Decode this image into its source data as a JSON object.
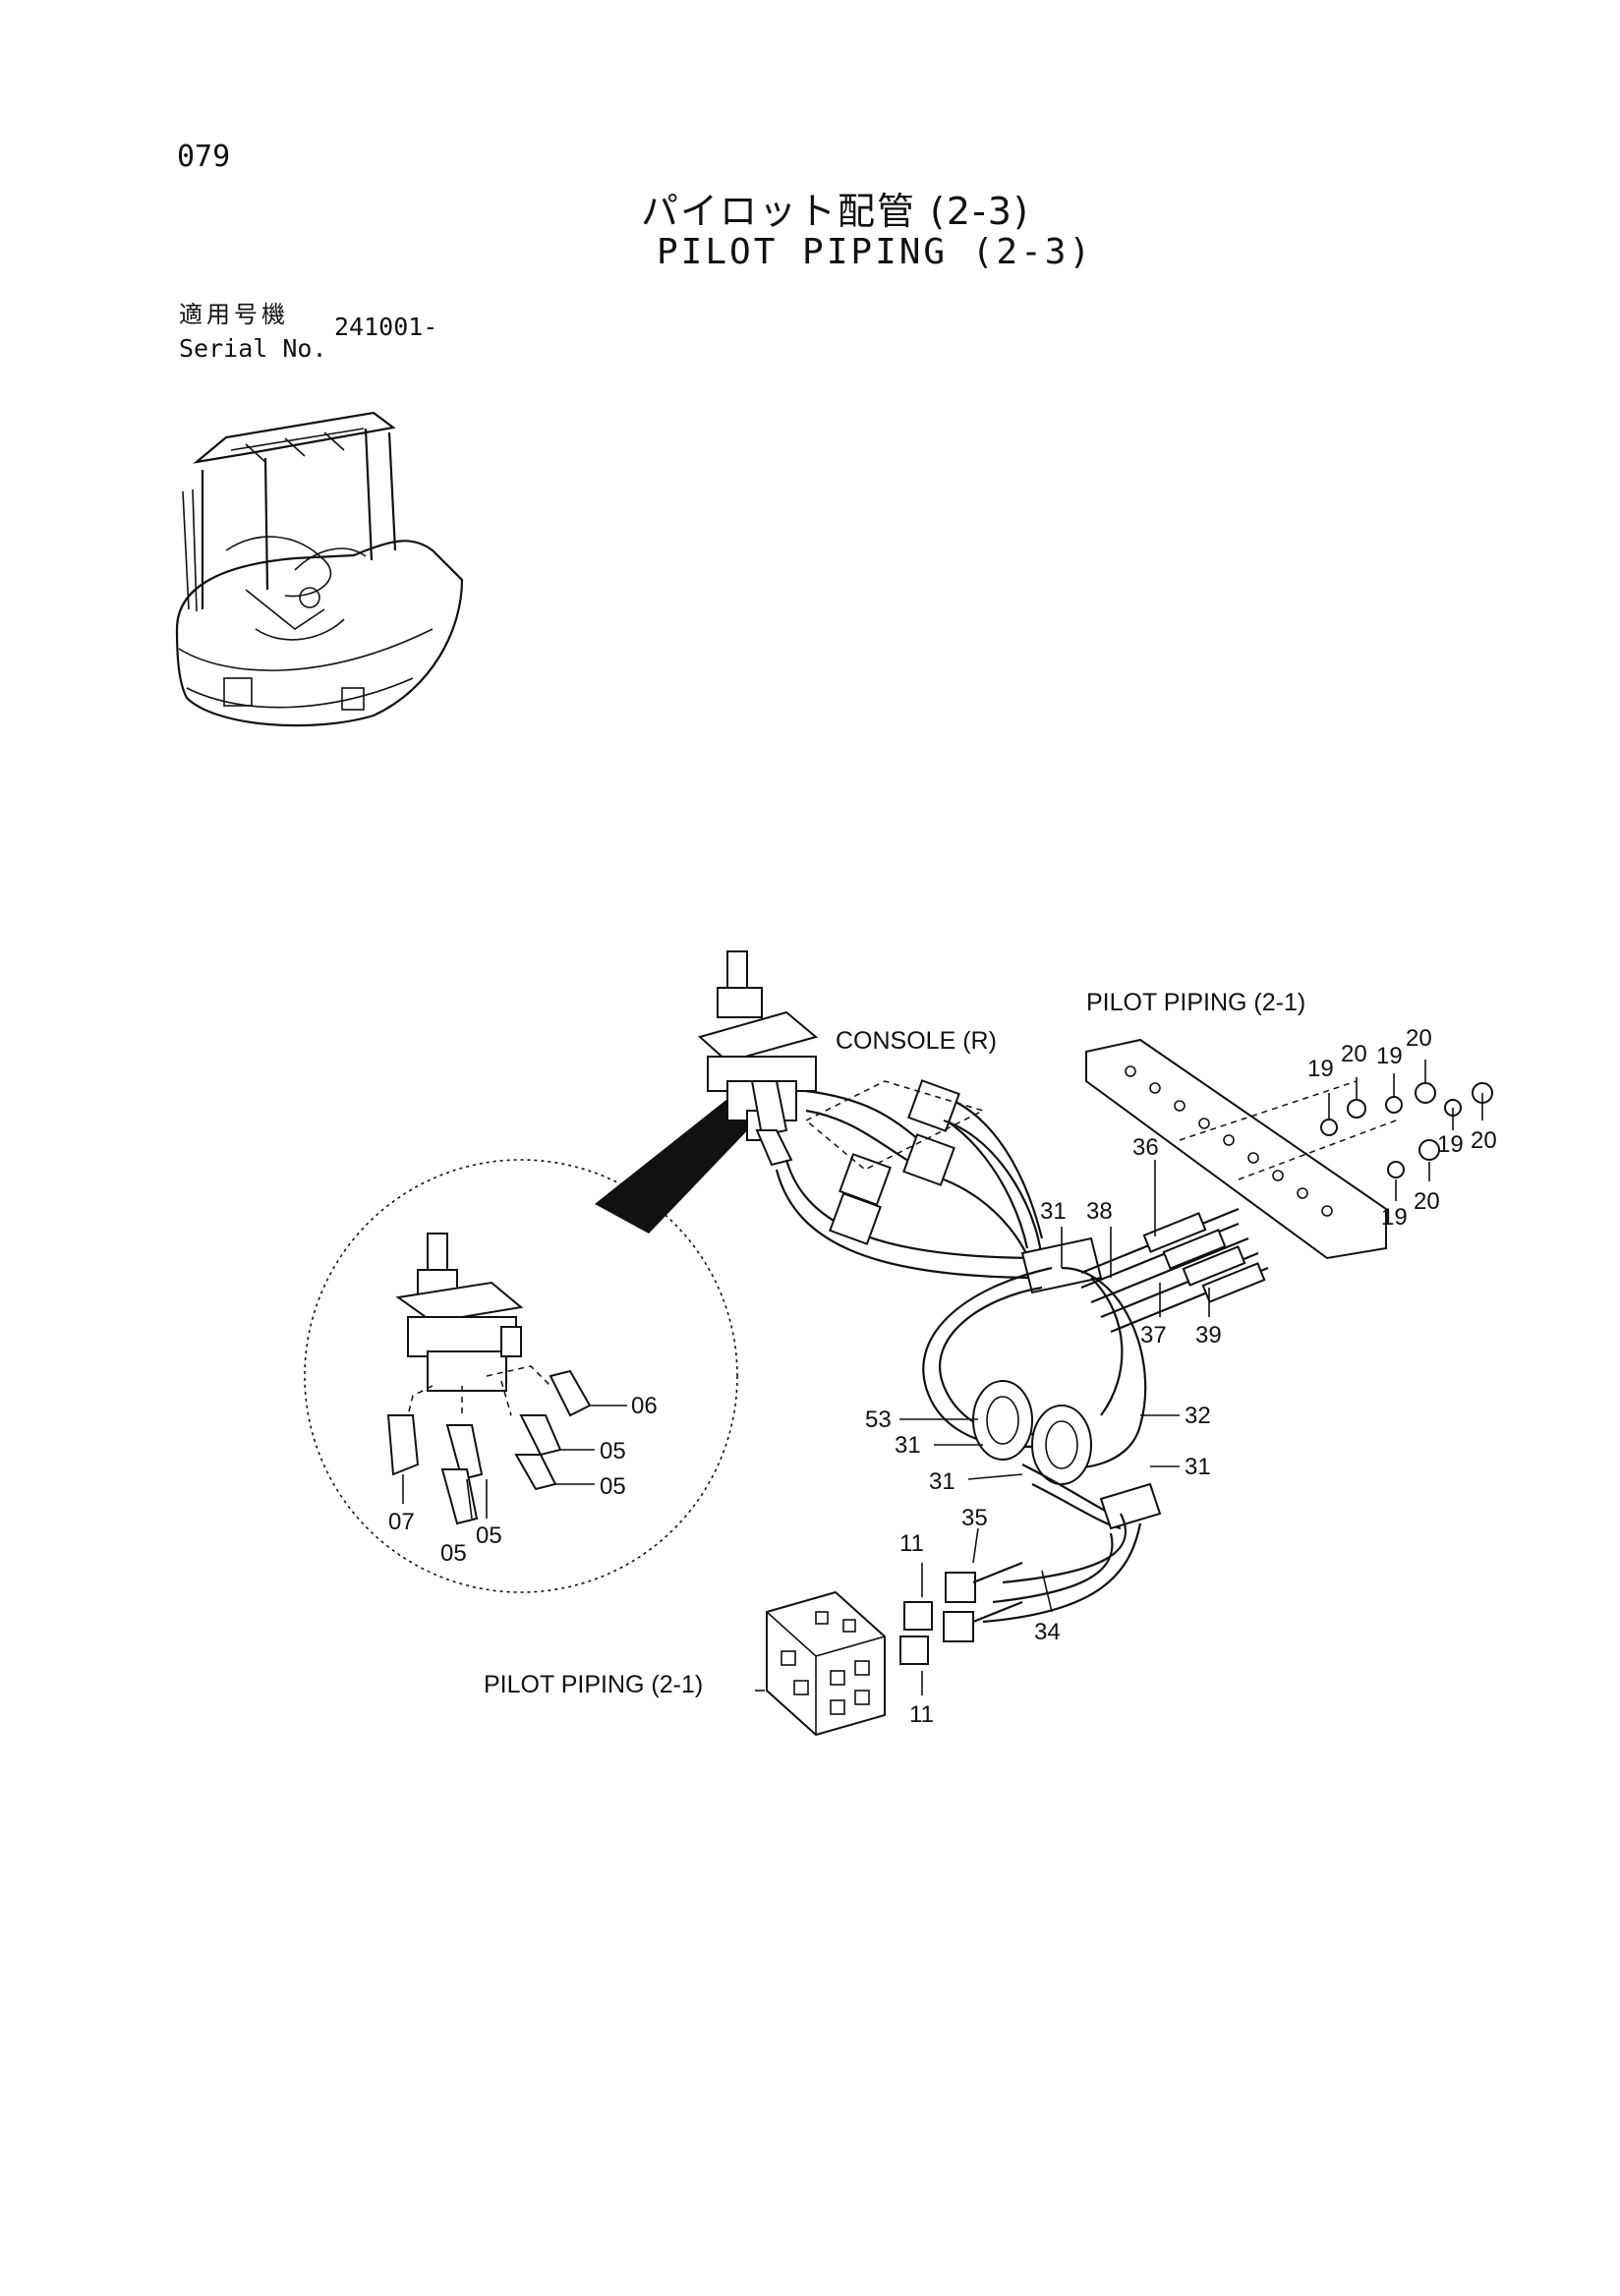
{
  "header": {
    "page_number": "079",
    "title_ja": "パイロット配管 (2-3)",
    "title_en": "PILOT PIPING (2-3)",
    "serial_label_ja": "適用号機",
    "serial_label_en": "Serial No.",
    "serial_value": "241001-"
  },
  "labels": {
    "console_r": "CONSOLE (R)",
    "pilot_piping_top": "PILOT PIPING (2-1)",
    "pilot_piping_bottom": "PILOT PIPING (2-1)"
  },
  "callouts": {
    "n19a": "19",
    "n20a": "20",
    "n19b": "19",
    "n20b": "20",
    "n19c": "19",
    "n20c": "20",
    "n19d": "19",
    "n20d": "20",
    "n36": "36",
    "n31a": "31",
    "n38": "38",
    "n37": "37",
    "n39": "39",
    "n32": "32",
    "n53": "53",
    "n31b": "31",
    "n31c": "31",
    "n31d": "31",
    "n35": "35",
    "n11a": "11",
    "n34": "34",
    "n11b": "11",
    "n06": "06",
    "n05a": "05",
    "n05b": "05",
    "n07": "07",
    "n05c": "05",
    "n05d": "05"
  }
}
